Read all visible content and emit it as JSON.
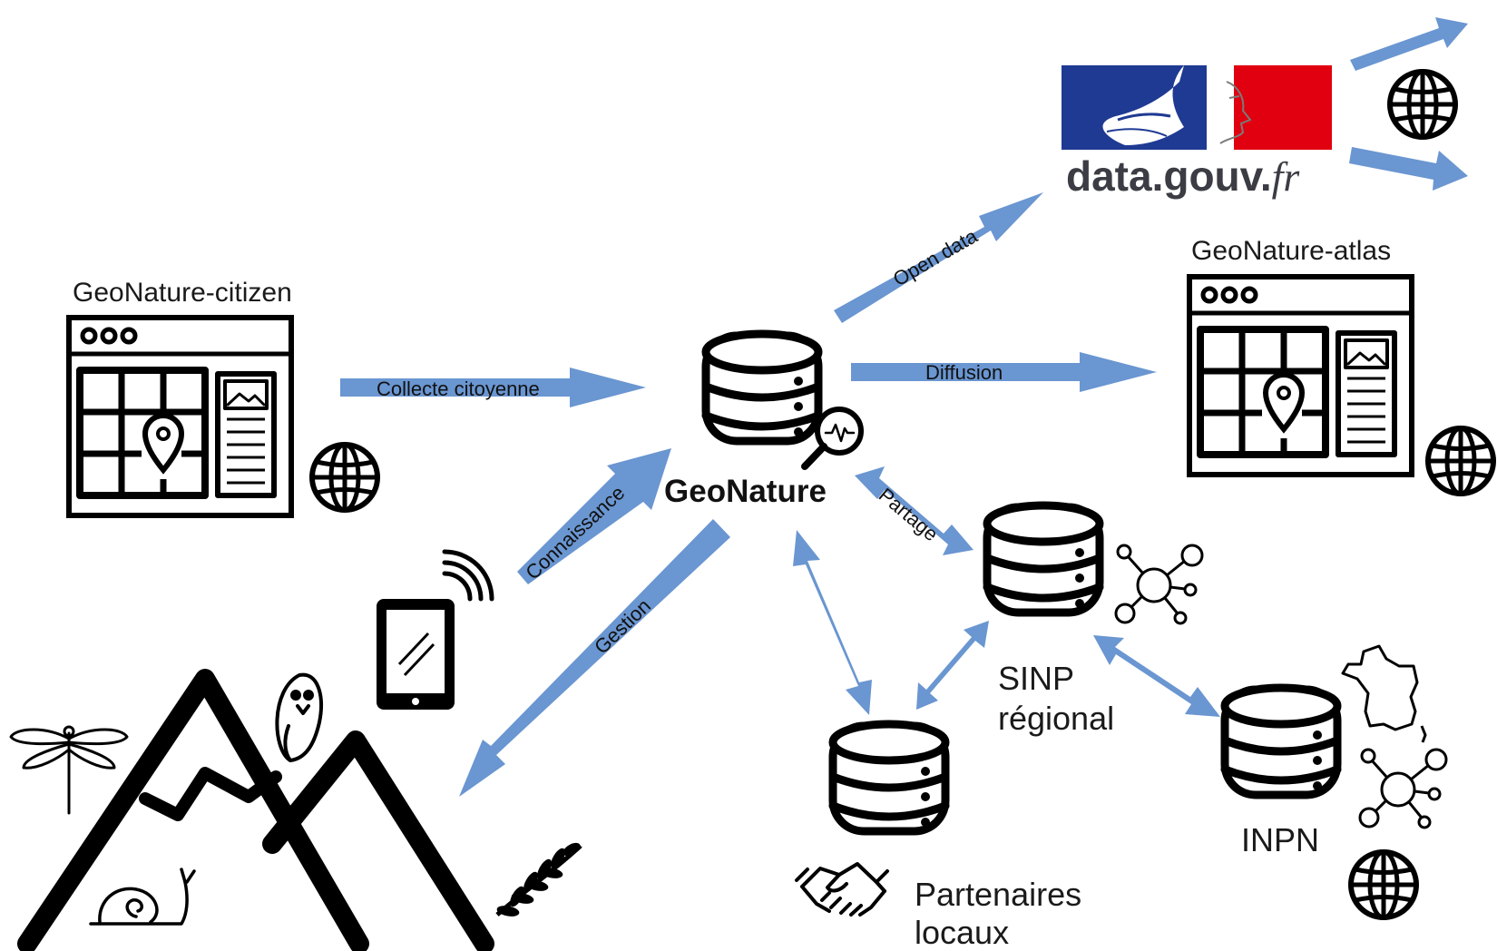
{
  "nodes": {
    "core": "GeoNature",
    "citizen": "GeoNature-citizen",
    "atlas": "GeoNature-atlas",
    "sinp_line1": "SINP",
    "sinp_line2": "régional",
    "partners_line1": "Partenaires",
    "partners_line2": "locaux",
    "inpn": "INPN",
    "datagouv_main": "data.gouv.",
    "datagouv_suffix": "fr"
  },
  "edges": {
    "collecte": "Collecte citoyenne",
    "diffusion": "Diffusion",
    "open_data": "Open data",
    "connaissance": "Connaissance",
    "gestion": "Gestion",
    "partage": "Partage"
  },
  "colors": {
    "arrow": "#6a96d1",
    "flag_blue": "#1f3a93",
    "flag_red": "#e1000f",
    "datagouv_text": "#3c3c44"
  },
  "icons": [
    "database-icon",
    "globe-icon",
    "browser-window-icon",
    "smartphone-icon",
    "mountain-icon",
    "magnifier-icon",
    "network-icon",
    "handshake-icon",
    "france-map-icon",
    "dragonfly-icon",
    "snail-icon",
    "bird-icon",
    "fern-icon",
    "marianne-logo"
  ]
}
